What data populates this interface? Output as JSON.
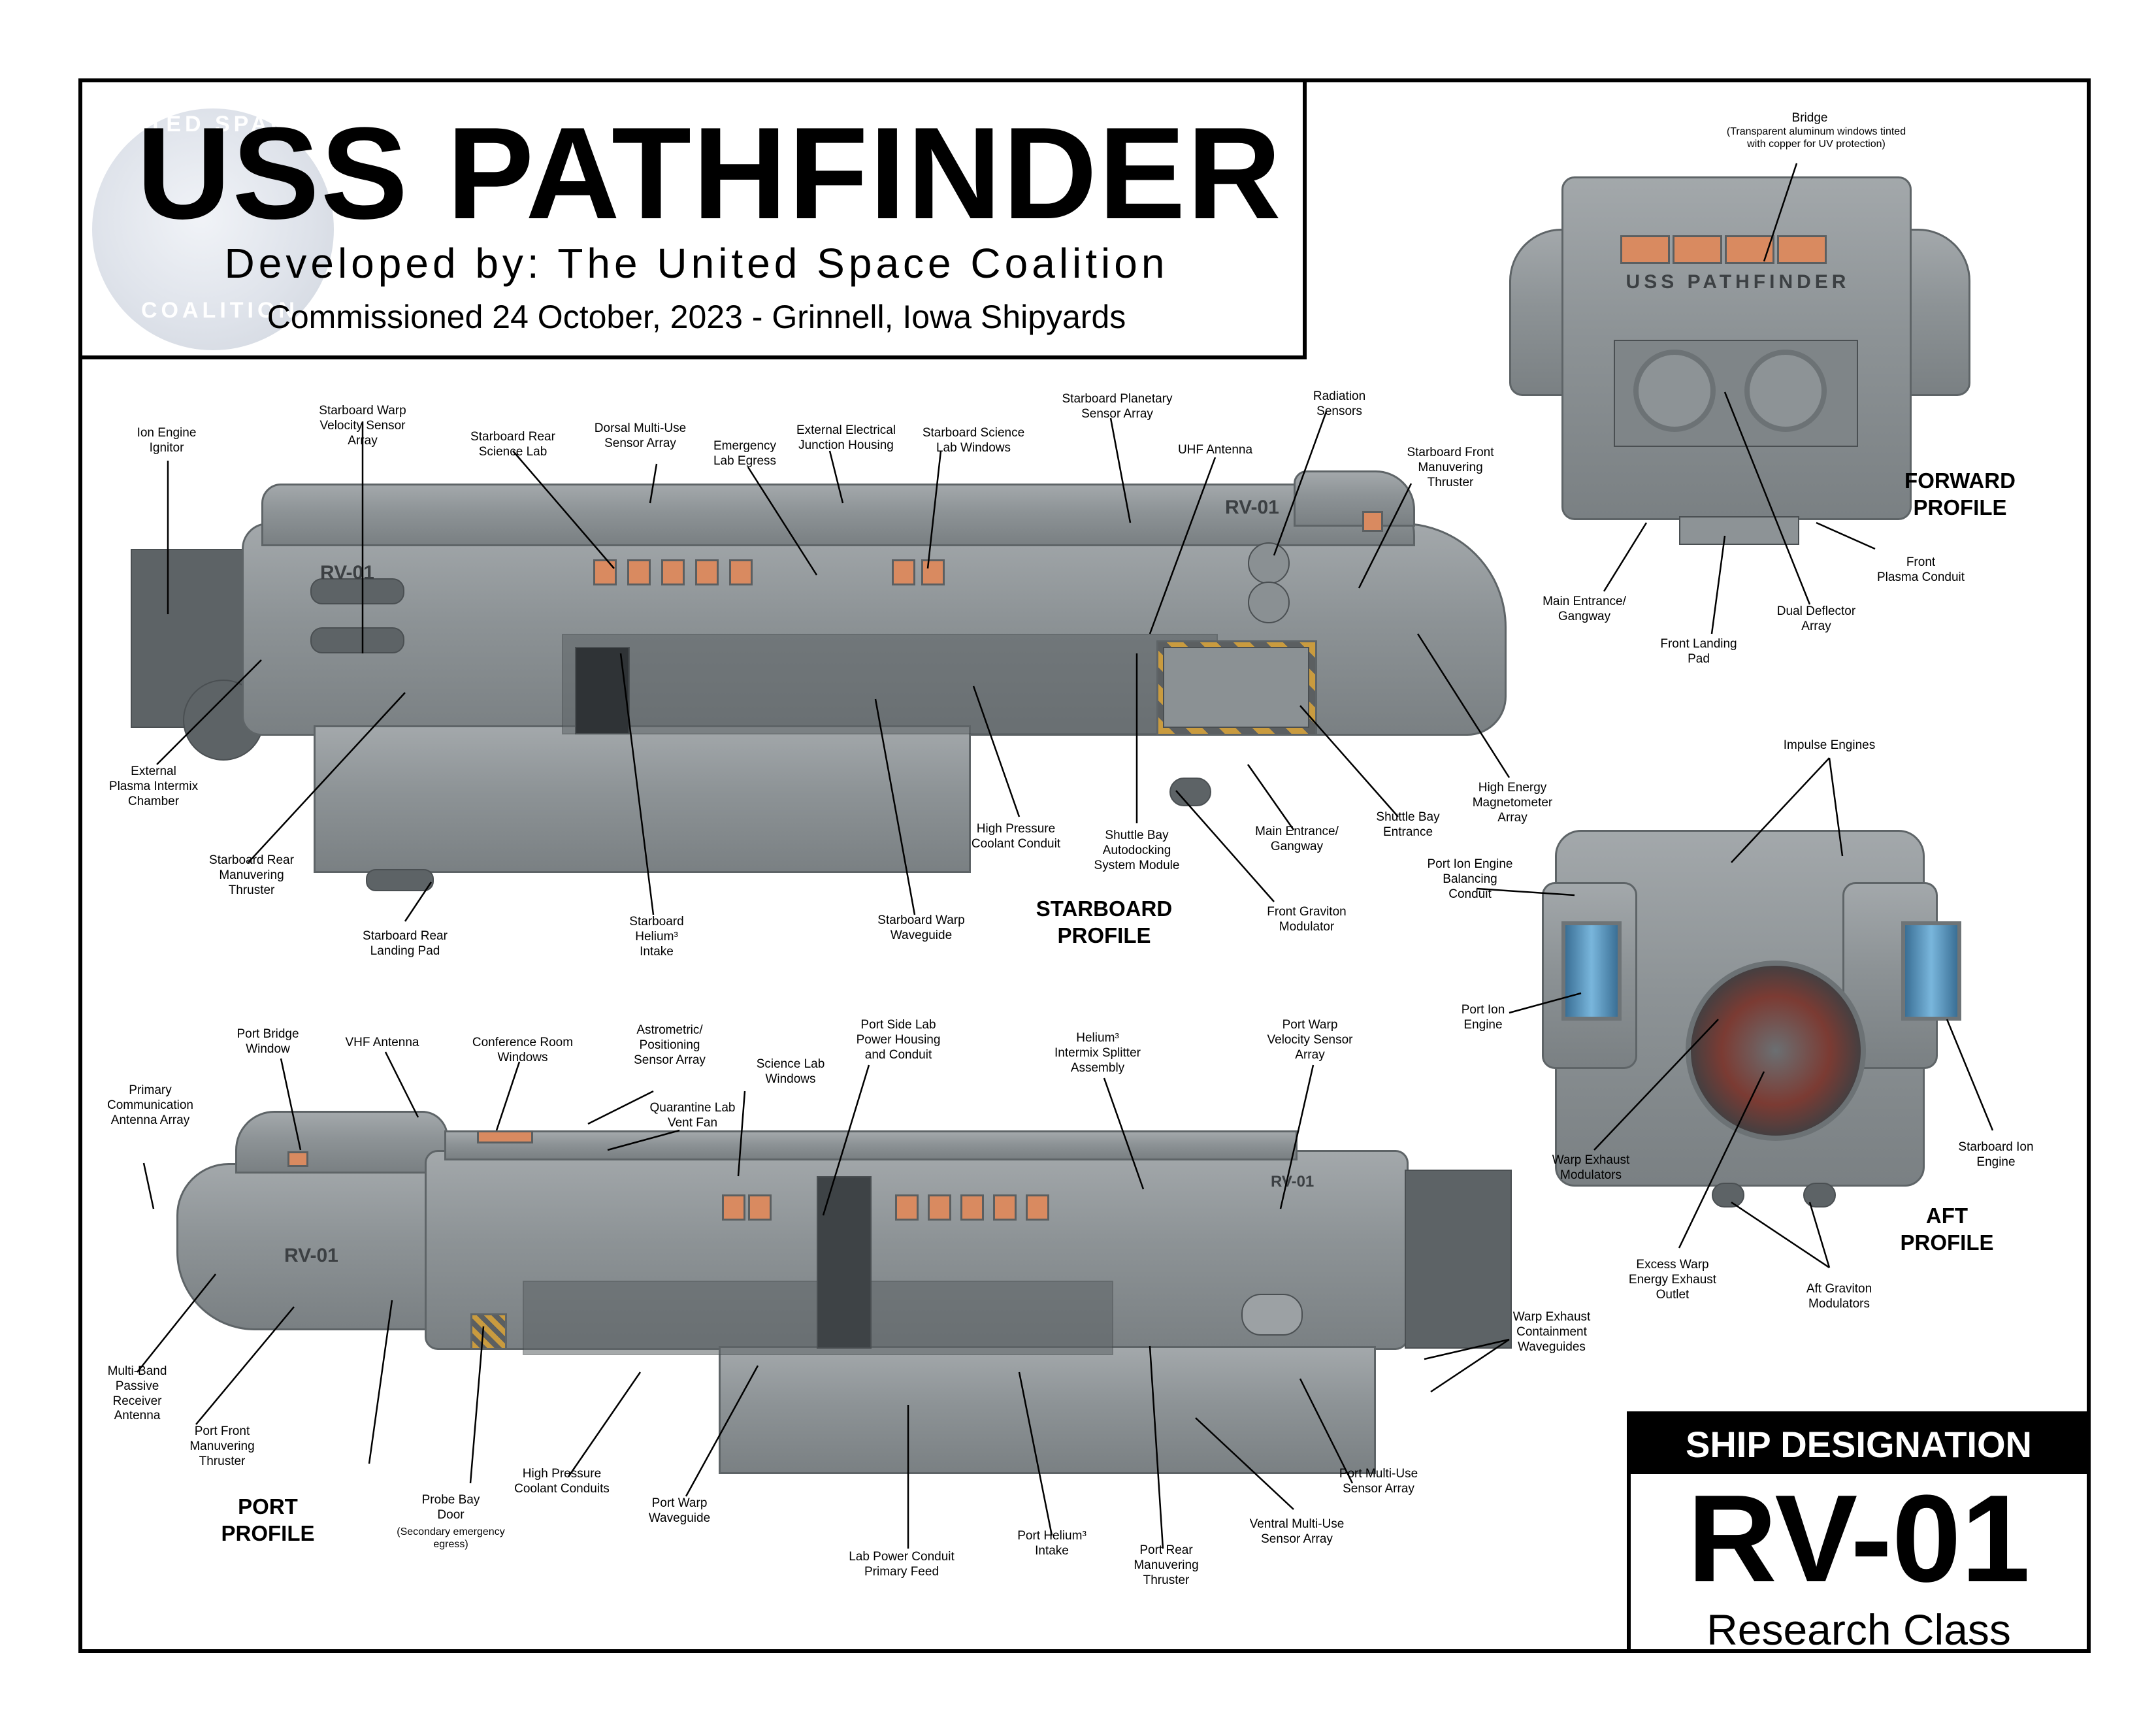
{
  "header": {
    "ship_name": "USS PATHFINDER",
    "developer": "Developed by: The United Space Coalition",
    "commissioned": "Commissioned 24 October, 2023 - Grinnell, Iowa Shipyards",
    "seal_text_top": "UNITED SPACE",
    "seal_text_bottom": "COALITION"
  },
  "hull_markings": {
    "starboard_registry": "RV-01",
    "port_registry": "RV-01",
    "forward_name": "USS PATHFINDER"
  },
  "sections": {
    "starboard": "STARBOARD\nPROFILE",
    "port": "PORT\nPROFILE",
    "forward": "FORWARD\nPROFILE",
    "aft": "AFT\nPROFILE"
  },
  "starboard_labels": {
    "ion_engine_ignitor": "Ion Engine\nIgnitor",
    "warp_velocity_sensor": "Starboard Warp\nVelocity Sensor\nArray",
    "rear_science_lab": "Starboard Rear\nScience Lab",
    "dorsal_sensor": "Dorsal Multi-Use\nSensor Array",
    "emergency_lab_egress": "Emergency\nLab Egress",
    "electrical_junction": "External Electrical\nJunction Housing",
    "science_lab_windows": "Starboard Science\nLab Windows",
    "planetary_sensor": "Starboard Planetary\nSensor Array",
    "uhf_antenna": "UHF Antenna",
    "radiation_sensors": "Radiation\nSensors",
    "front_thruster": "Starboard Front\nManuvering\nThruster",
    "plasma_intermix": "External\nPlasma Intermix\nChamber",
    "rear_thruster": "Starboard Rear\nManuvering\nThruster",
    "rear_landing_pad": "Starboard Rear\nLanding Pad",
    "helium_intake": "Starboard\nHelium³\nIntake",
    "warp_waveguide": "Starboard Warp\nWaveguide",
    "coolant_conduit": "High Pressure\nCoolant Conduit",
    "shuttle_autodocking": "Shuttle Bay\nAutodocking\nSystem Module",
    "graviton_modulator": "Front Graviton\nModulator",
    "main_entrance": "Main Entrance/\nGangway",
    "shuttle_bay_entrance": "Shuttle Bay\nEntrance",
    "magnetometer": "High Energy\nMagnetometer\nArray"
  },
  "port_labels": {
    "comm_antenna": "Primary\nCommunication\nAntenna Array",
    "bridge_window": "Port Bridge\nWindow",
    "vhf_antenna": "VHF Antenna",
    "conference_windows": "Conference Room\nWindows",
    "astrometric": "Astrometric/\nPositioning\nSensor Array",
    "quarantine_fan": "Quarantine Lab\nVent Fan",
    "science_windows": "Science Lab\nWindows",
    "lab_power_housing": "Port Side Lab\nPower Housing\nand Conduit",
    "splitter": "Helium³\nIntermix Splitter\nAssembly",
    "warp_velocity_sensor": "Port Warp\nVelocity Sensor\nArray",
    "passive_receiver": "Multi-Band\nPassive\nReceiver\nAntenna",
    "front_thruster": "Port Front\nManuvering\nThruster",
    "probe_bay": "Probe Bay\nDoor",
    "probe_bay_note": "(Secondary emergency\negress)",
    "coolant_conduits": "High Pressure\nCoolant Conduits",
    "warp_waveguide": "Port Warp\nWaveguide",
    "lab_power_feed": "Lab Power Conduit\nPrimary Feed",
    "helium_intake": "Port Helium³\nIntake",
    "rear_thruster": "Port Rear\nManuvering\nThruster",
    "ventral_sensor": "Ventral Multi-Use\nSensor Array",
    "port_sensor": "Port Multi-Use\nSensor Array",
    "exhaust_waveguides": "Warp Exhaust\nContainment\nWaveguides"
  },
  "forward_labels": {
    "bridge": "Bridge",
    "bridge_note": "(Transparent aluminum windows tinted\nwith copper for UV protection)",
    "main_entrance": "Main Entrance/\nGangway",
    "front_landing_pad": "Front Landing\nPad",
    "deflector": "Dual Deflector\nArray",
    "plasma_conduit": "Front\nPlasma Conduit"
  },
  "aft_labels": {
    "impulse_engines": "Impulse Engines",
    "balancing_conduit": "Port Ion Engine\nBalancing\nConduit",
    "port_ion_engine": "Port Ion\nEngine",
    "exhaust_modulators": "Warp Exhaust\nModulators",
    "excess_outlet": "Excess Warp\nEnergy Exhaust\nOutlet",
    "graviton_modulators": "Aft Graviton\nModulators",
    "starboard_ion_engine": "Starboard Ion\nEngine"
  },
  "designation": {
    "heading": "SHIP DESIGNATION",
    "code": "RV-01",
    "class": "Research Class"
  }
}
